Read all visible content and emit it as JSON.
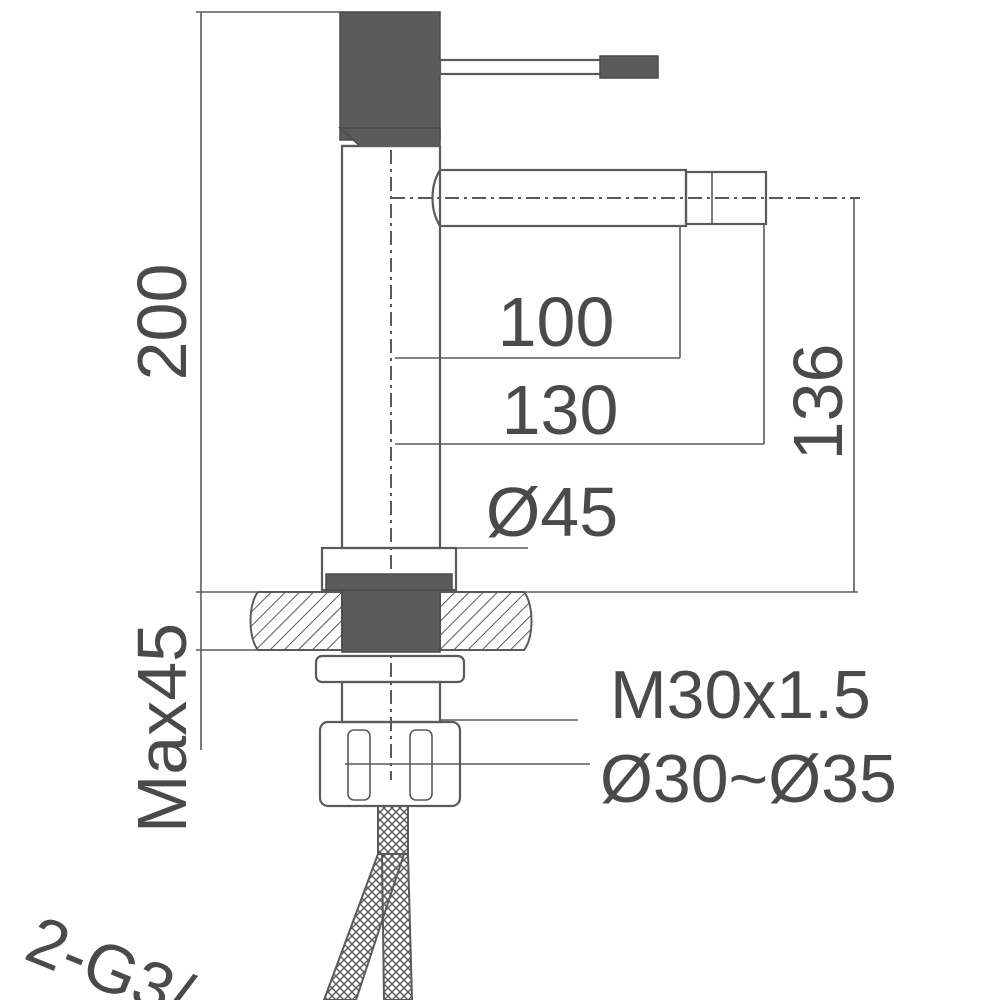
{
  "labels": {
    "height_total": "200",
    "spout_reach": "100",
    "spout_reach_outer": "130",
    "spout_height": "136",
    "body_diameter": "Ø45",
    "max_deck": "Max45",
    "thread": "M30x1.5",
    "hole_diameter": "Ø30~Ø35",
    "hose": "2-G3/"
  },
  "colors": {
    "ink": "#5a5a5a",
    "text": "#4a4a4a",
    "fill_dark": "#5b5b5b",
    "background": "#ffffff"
  }
}
